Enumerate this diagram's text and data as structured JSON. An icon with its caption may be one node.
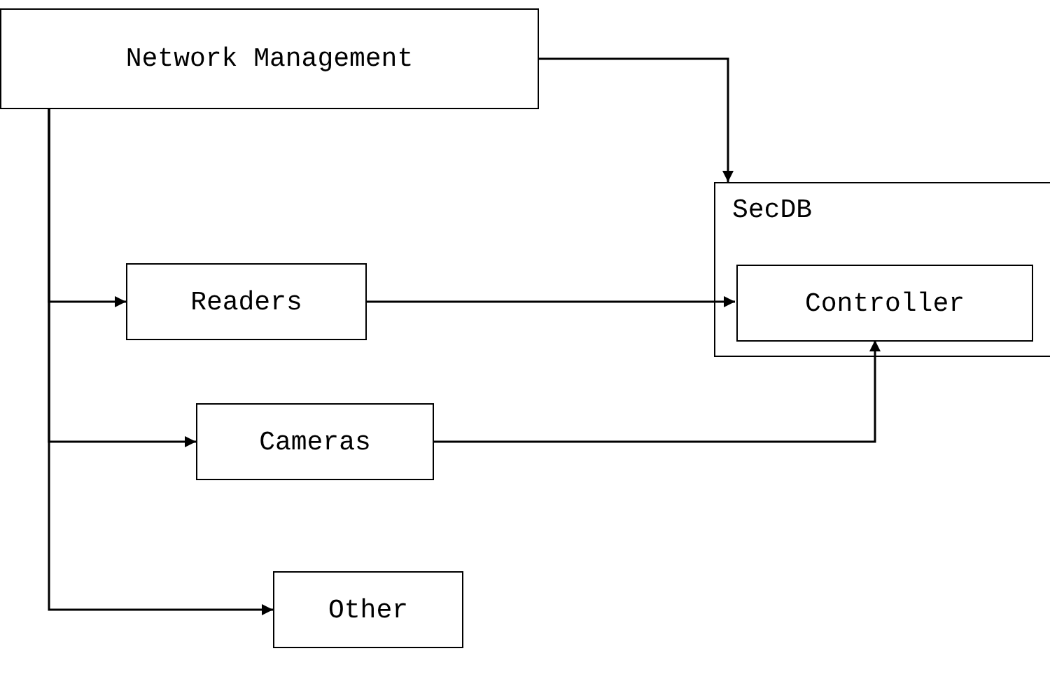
{
  "diagram": {
    "nodes": [
      {
        "text": [
          "Network Management"
        ]
      },
      {
        "text": [
          "SecDB"
        ]
      },
      {
        "text": [
          "Controller"
        ],
        "in": 1
      },
      {
        "text": [
          "Readers"
        ]
      },
      {
        "text": [
          "Cameras"
        ]
      },
      {
        "text": [
          "Other"
        ]
      }
    ],
    "edges": [
      {
        "from": 0,
        "to": 1,
        "arrow": "to"
      },
      {
        "from": 0,
        "to": 3,
        "arrow": "to"
      },
      {
        "from": 0,
        "to": 4,
        "arrow": "to"
      },
      {
        "from": 0,
        "to": 5,
        "arrow": "to"
      },
      {
        "from": 3,
        "to": 2,
        "arrow": "to"
      },
      {
        "from": 4,
        "to": 2,
        "arrow": "to"
      }
    ]
  }
}
